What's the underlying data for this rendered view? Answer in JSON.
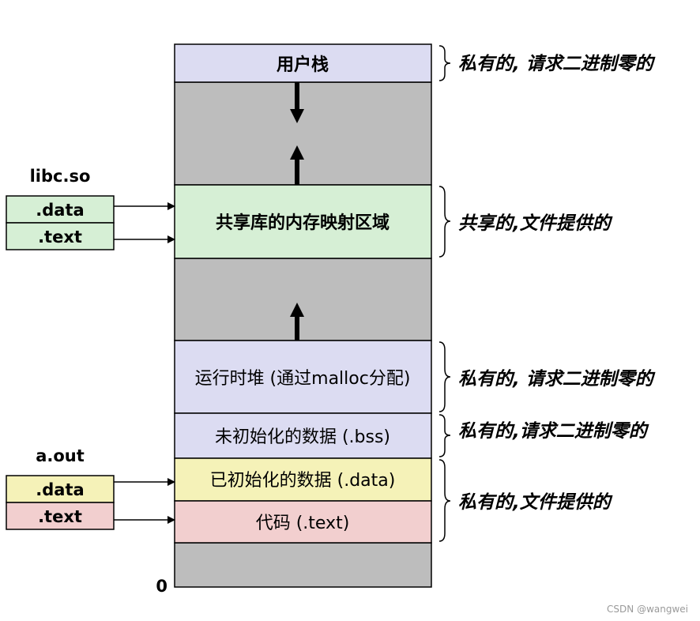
{
  "segments": {
    "user_stack": "用户栈",
    "shared_lib": "共享库的内存映射区域",
    "heap": "运行时堆 (通过malloc分配)",
    "bss": "未初始化的数据 (.bss)",
    "data": "已初始化的数据 (.data)",
    "text": "代码 (.text)"
  },
  "notes": {
    "stack": "私有的, 请求二进制零的",
    "shared": "共享的,文件提供的",
    "heap": "私有的, 请求二进制零的",
    "bss": "私有的,请求二进制零的",
    "data_text": "私有的,文件提供的"
  },
  "files": {
    "libc": {
      "title": "libc.so",
      "data": ".data",
      "text": ".text"
    },
    "aout": {
      "title": "a.out",
      "data": ".data",
      "text": ".text"
    }
  },
  "zero_label": "0",
  "watermark": "CSDN @wangwei",
  "colors": {
    "stack": "#dcdcf2",
    "shared": "#d6efd5",
    "gap": "#bdbdbd",
    "heap": "#dcdcf2",
    "bss": "#dcdcf2",
    "data": "#f5f2b8",
    "text": "#f2cfcf"
  }
}
